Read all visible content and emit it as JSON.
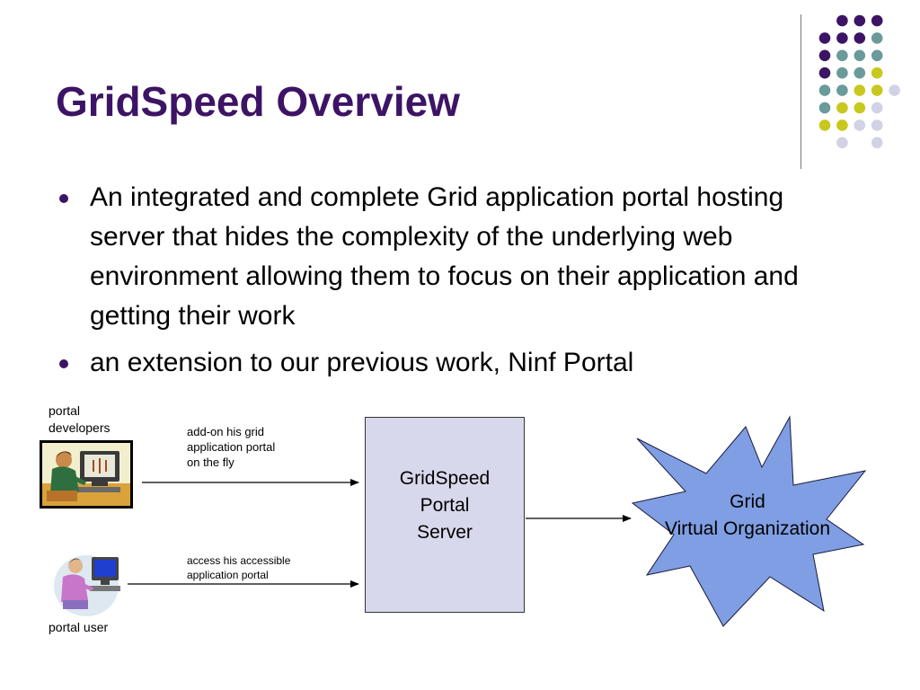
{
  "title": "GridSpeed Overview",
  "bullets": [
    "An integrated and complete Grid application portal hosting server that hides the complexity of the underlying web environment allowing them to focus on their application and getting their work",
    "an extension to our previous work, Ninf Portal"
  ],
  "diagram": {
    "developers_label_line1": "portal",
    "developers_label_line2": "developers",
    "user_label": "portal user",
    "developer_arrow_line1": "add-on his grid",
    "developer_arrow_line2": "application portal",
    "developer_arrow_line3": "on the fly",
    "user_arrow_line1": "access his accessible",
    "user_arrow_line2": "application portal",
    "server_line1": "GridSpeed",
    "server_line2": "Portal",
    "server_line3": "Server",
    "grid_line1": "Grid",
    "grid_line2": "Virtual Organization"
  },
  "colors": {
    "title": "#3d1465",
    "dot_purple": "#3d1465",
    "dot_teal": "#6a9a9a",
    "dot_yellow": "#c8c81e",
    "dot_lavender": "#d2d2e6",
    "server_fill": "#d8d8ec",
    "star_fill": "#7f9ee3"
  },
  "icons": {
    "developer_icon": "developer-at-computer-icon",
    "user_icon": "user-at-computer-icon"
  }
}
